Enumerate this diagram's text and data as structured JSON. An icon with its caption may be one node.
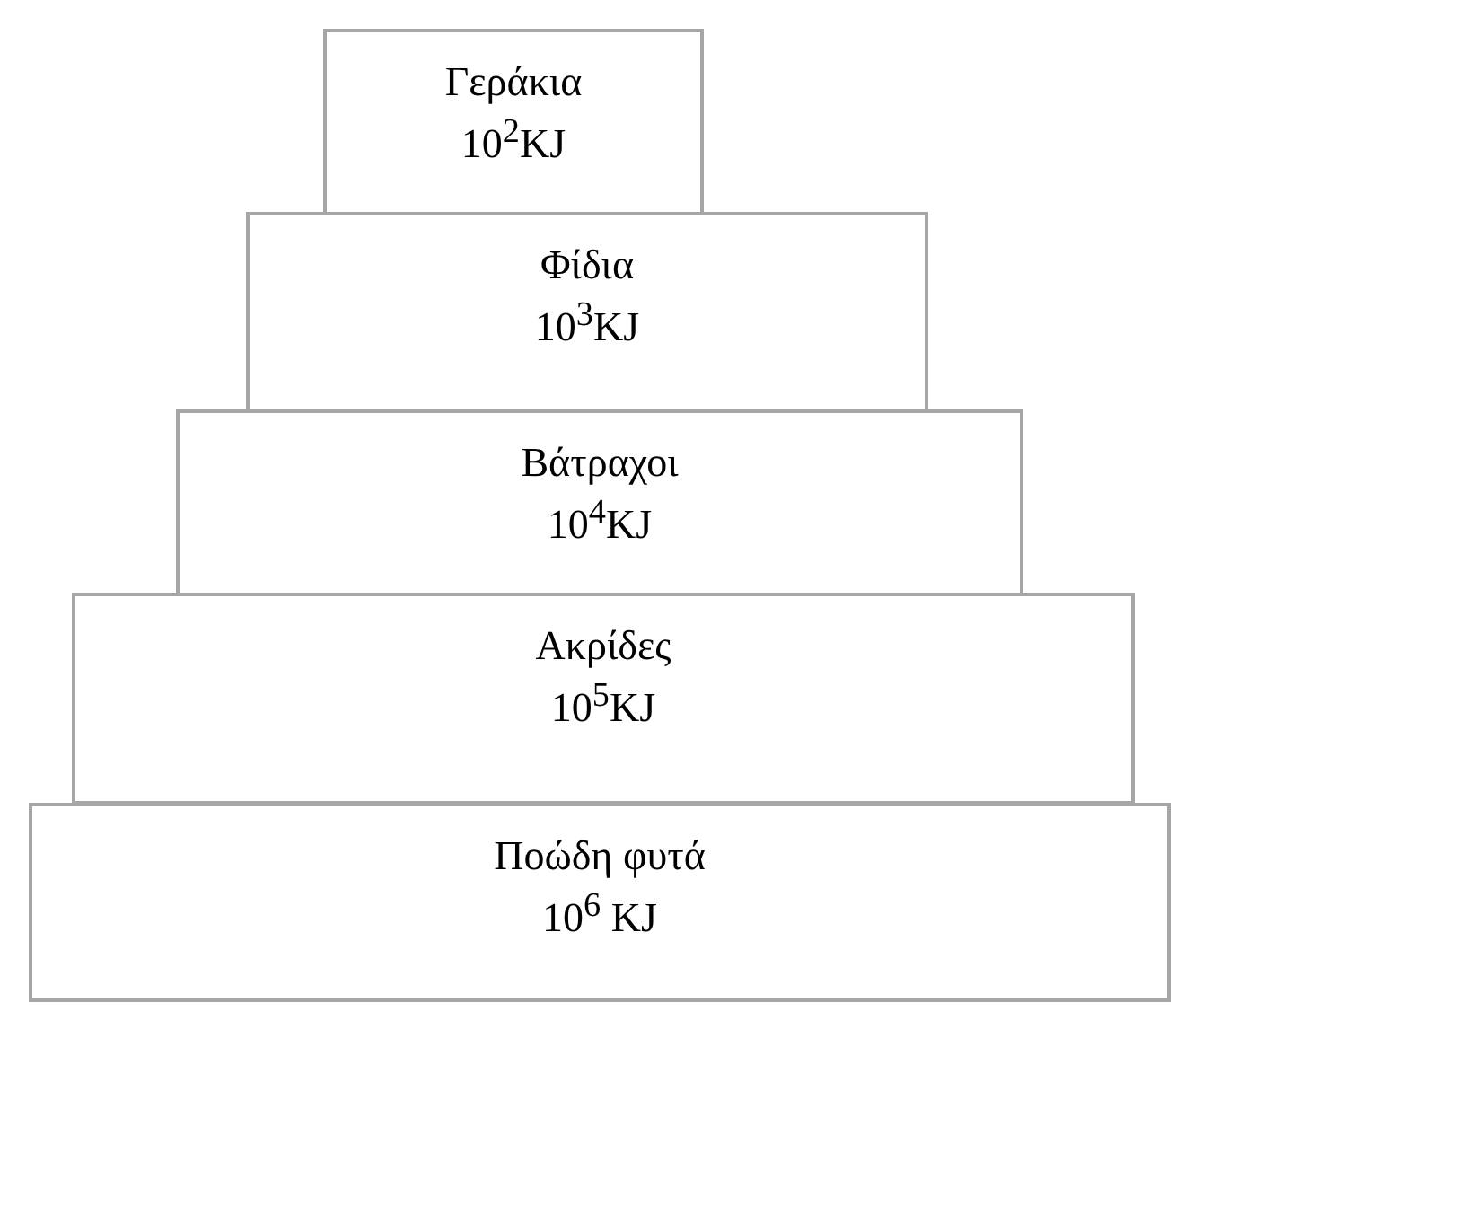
{
  "diagram": {
    "nodes": [
      {
        "text": [
          "Γεράκια",
          "10$^{2}$KJ"
        ]
      },
      {
        "text": [
          "Φίδια",
          "10$^{3}$KJ"
        ]
      },
      {
        "text": [
          "Βάτραχοι",
          "10$^{4}$KJ"
        ]
      },
      {
        "text": [
          "Ακρίδες",
          "10$^{5}$KJ"
        ]
      },
      {
        "text": [
          "Ποώδη φυτά",
          "10$^{6}$ KJ"
        ]
      }
    ]
  }
}
